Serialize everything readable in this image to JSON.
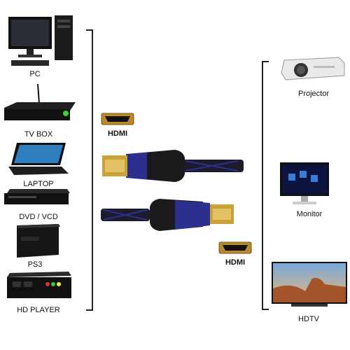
{
  "sources": [
    {
      "id": "pc",
      "label": "PC"
    },
    {
      "id": "tvbox",
      "label": "TV BOX"
    },
    {
      "id": "laptop",
      "label": "LAPTOP"
    },
    {
      "id": "dvd",
      "label": "DVD / VCD"
    },
    {
      "id": "ps3",
      "label": "PS3"
    },
    {
      "id": "hdplayer",
      "label": "HD PLAYER"
    }
  ],
  "outputs": [
    {
      "id": "projector",
      "label": "Projector"
    },
    {
      "id": "monitor",
      "label": "Monitor"
    },
    {
      "id": "hdtv",
      "label": "HDTV"
    }
  ],
  "connector_top_label": "HDMI",
  "connector_bottom_label": "HDMI",
  "colors": {
    "cable_blue": "#2d2f8f",
    "connector_gold": "#c9a23a",
    "device_black": "#1a1a1a"
  }
}
